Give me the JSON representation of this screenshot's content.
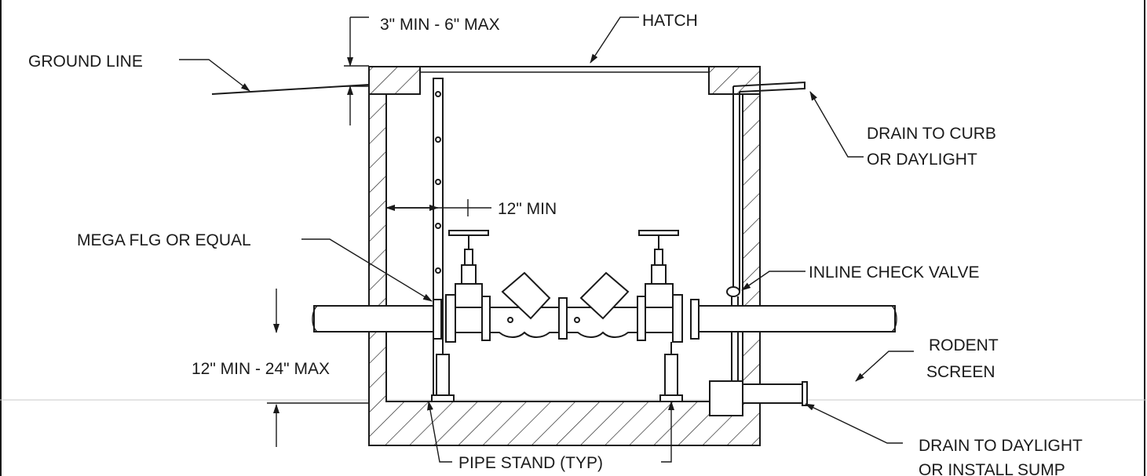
{
  "labels": {
    "clearance_top": "3\" MIN - 6\" MAX",
    "hatch": "HATCH",
    "ground_line": "GROUND LINE",
    "drain_curb_line1": "DRAIN TO CURB",
    "drain_curb_line2": "OR DAYLIGHT",
    "twelve_min": "12\" MIN",
    "mega_flg": "MEGA FLG OR EQUAL",
    "inline_check_valve": "INLINE CHECK VALVE",
    "rodent_line1": "RODENT",
    "rodent_line2": "SCREEN",
    "pipe_height": "12\" MIN - 24\" MAX",
    "pipe_stand": "PIPE STAND (TYP)",
    "drain_daylight_line1": "DRAIN TO DAYLIGHT",
    "drain_daylight_line2": "OR INSTALL SUMP"
  }
}
